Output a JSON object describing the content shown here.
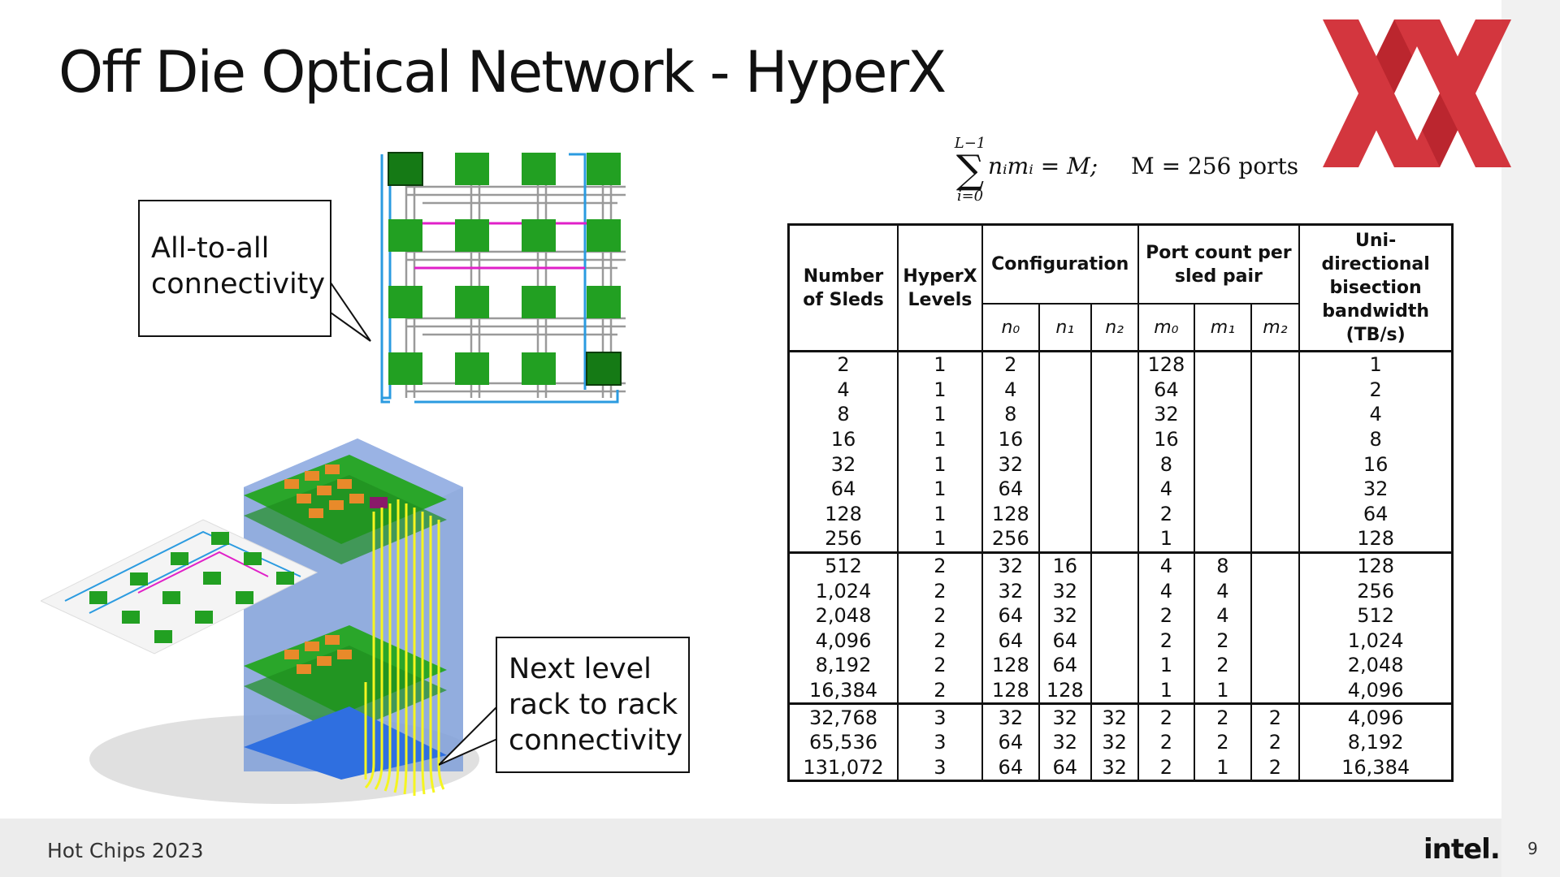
{
  "slide": {
    "title": "Off Die Optical Network - HyperX",
    "footer_left": "Hot Chips 2023",
    "footer_logo": "intel.",
    "page_number": "9"
  },
  "callouts": {
    "all_to_all": [
      "All-to-all",
      "connectivity"
    ],
    "rack": [
      "Next level",
      "rack to rack",
      "connectivity"
    ]
  },
  "formula": {
    "sum_upper": "L−1",
    "sum_lower": "i=0",
    "expression": "nᵢmᵢ = M;",
    "rhs": "M  =  256 ports"
  },
  "colors": {
    "logo_red": "#d0262e",
    "chip_green": "#1a8f1a",
    "link_blue": "#2b9be0",
    "link_magenta": "#e020c8",
    "optical_yellow": "#f5f520",
    "rack_blue": "#7f9fd8"
  },
  "table": {
    "headers": {
      "sleds": [
        "Number",
        "of Sleds"
      ],
      "levels": [
        "HyperX",
        "Levels"
      ],
      "config": "Configuration",
      "ports": [
        "Port count per",
        "sled pair"
      ],
      "bandwidth": [
        "Uni-directional",
        "bisection",
        "bandwidth",
        "(TB/s)"
      ]
    },
    "subheaders": [
      "n₀",
      "n₁",
      "n₂",
      "m₀",
      "m₁",
      "m₂"
    ],
    "groups": [
      [
        [
          "2",
          "1",
          "2",
          "",
          "",
          "128",
          "",
          "",
          "1"
        ],
        [
          "4",
          "1",
          "4",
          "",
          "",
          "64",
          "",
          "",
          "2"
        ],
        [
          "8",
          "1",
          "8",
          "",
          "",
          "32",
          "",
          "",
          "4"
        ],
        [
          "16",
          "1",
          "16",
          "",
          "",
          "16",
          "",
          "",
          "8"
        ],
        [
          "32",
          "1",
          "32",
          "",
          "",
          "8",
          "",
          "",
          "16"
        ],
        [
          "64",
          "1",
          "64",
          "",
          "",
          "4",
          "",
          "",
          "32"
        ],
        [
          "128",
          "1",
          "128",
          "",
          "",
          "2",
          "",
          "",
          "64"
        ],
        [
          "256",
          "1",
          "256",
          "",
          "",
          "1",
          "",
          "",
          "128"
        ]
      ],
      [
        [
          "512",
          "2",
          "32",
          "16",
          "",
          "4",
          "8",
          "",
          "128"
        ],
        [
          "1,024",
          "2",
          "32",
          "32",
          "",
          "4",
          "4",
          "",
          "256"
        ],
        [
          "2,048",
          "2",
          "64",
          "32",
          "",
          "2",
          "4",
          "",
          "512"
        ],
        [
          "4,096",
          "2",
          "64",
          "64",
          "",
          "2",
          "2",
          "",
          "1,024"
        ],
        [
          "8,192",
          "2",
          "128",
          "64",
          "",
          "1",
          "2",
          "",
          "2,048"
        ],
        [
          "16,384",
          "2",
          "128",
          "128",
          "",
          "1",
          "1",
          "",
          "4,096"
        ]
      ],
      [
        [
          "32,768",
          "3",
          "32",
          "32",
          "32",
          "2",
          "2",
          "2",
          "4,096"
        ],
        [
          "65,536",
          "3",
          "64",
          "32",
          "32",
          "2",
          "2",
          "2",
          "8,192"
        ],
        [
          "131,072",
          "3",
          "64",
          "64",
          "32",
          "2",
          "1",
          "2",
          "16,384"
        ]
      ]
    ]
  }
}
